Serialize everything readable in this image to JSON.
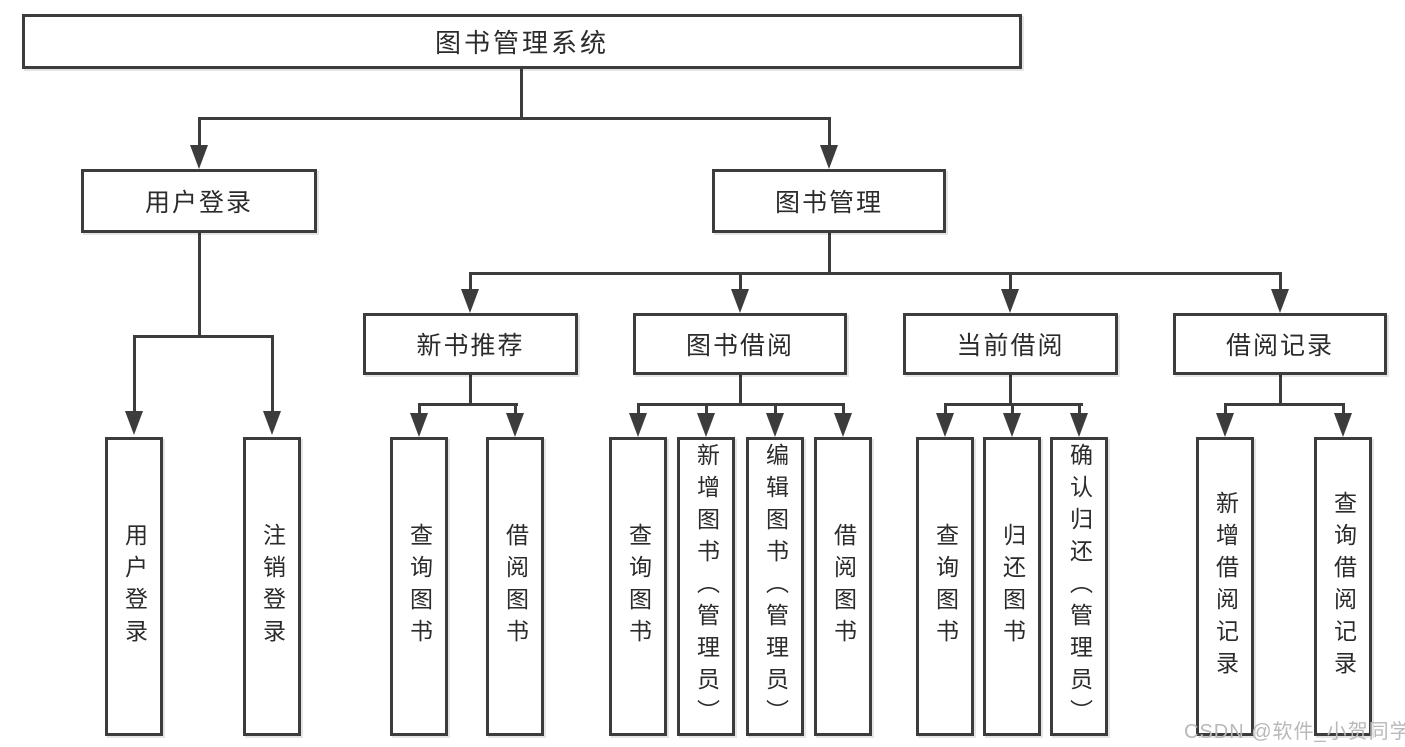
{
  "tree": {
    "root": "图书管理系统",
    "branches": [
      {
        "label": "用户登录",
        "children": [
          "用户登录",
          "注销登录"
        ]
      },
      {
        "label": "图书管理",
        "groups": [
          {
            "label": "新书推荐",
            "children": [
              "查询图书",
              "借阅图书"
            ]
          },
          {
            "label": "图书借阅",
            "children": [
              "查询图书",
              "新增图书（管理员）",
              "编辑图书（管理员）",
              "借阅图书"
            ]
          },
          {
            "label": "当前借阅",
            "children": [
              "查询图书",
              "归还图书",
              "确认归还（管理员）"
            ]
          },
          {
            "label": "借阅记录",
            "children": [
              "新增借阅记录",
              "查询借阅记录"
            ]
          }
        ]
      }
    ]
  },
  "watermark": "CSDN @软件_小贺同学",
  "colors": {
    "line": "#3c3c3c",
    "box_border": "#3c3c3c",
    "box_fill": "#ffffff",
    "text": "#2b2b2b",
    "watermark": "#b9b9b9",
    "background": "#ffffff"
  }
}
